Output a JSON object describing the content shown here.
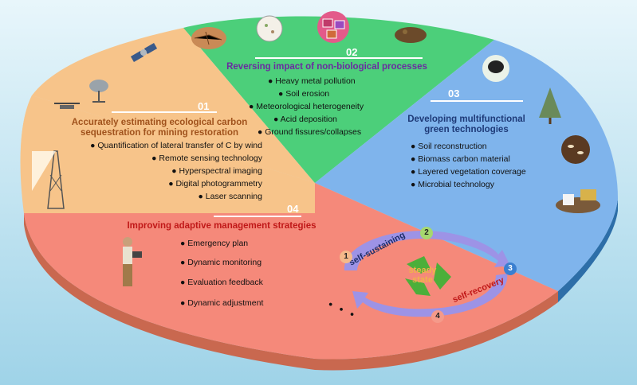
{
  "segments": {
    "s01": {
      "number": "01",
      "title_line1": "Accurately estimating ecological carbon",
      "title_line2": "sequestration for mining restoration",
      "color": "#f7c48a",
      "title_color": "#a0521c",
      "items": [
        "● Quantification of lateral transfer of C by wind",
        "● Remote sensing technology",
        "● Hyperspectral imaging",
        "● Digital photogrammetry",
        "● Laser scanning"
      ],
      "icons": [
        "satellite-icon",
        "radar-dish-icon",
        "drone-icon",
        "lidar-tower-icon"
      ]
    },
    "s02": {
      "number": "02",
      "title": "Reversing impact of non-biological processes",
      "color": "#4ccf7a",
      "title_color": "#6a2ca0",
      "items": [
        "● Heavy metal pollution",
        "● Soil erosion",
        "● Meteorological heterogeneity",
        "● Acid deposition",
        "● Ground fissures/collapses"
      ],
      "icons": [
        "cracked-earth-icon",
        "petri-dish-icon",
        "heavy-metals-icon",
        "soil-pile-icon"
      ]
    },
    "s03": {
      "number": "03",
      "title_line1": "Developing multifunctional",
      "title_line2": "green technologies",
      "color": "#7fb4ec",
      "title_color": "#1e3a78",
      "items": [
        "● Soil reconstruction",
        "● Biomass carbon material",
        "● Layered vegetation coverage",
        "● Microbial technology"
      ],
      "icons": [
        "biochar-icon",
        "tree-icon",
        "microbes-icon",
        "bulldozer-icon"
      ]
    },
    "s04": {
      "number": "04",
      "title": "Improving adaptive management strategies",
      "color": "#f5897a",
      "title_color": "#c01818",
      "items": [
        "● Emergency plan",
        "● Dynamic monitoring",
        "● Evaluation feedback",
        "● Dynamic adjustment"
      ],
      "icons": [
        "surveyor-person-icon"
      ]
    }
  },
  "cycle": {
    "center_line1": "steady",
    "center_line2": "state",
    "left_arc_label": "self-sustaining",
    "right_arc_label": "self-recovery",
    "nodes": [
      "1",
      "2",
      "3",
      "4"
    ],
    "node_colors": [
      "#f5b98a",
      "#a6d86e",
      "#3a7fd0",
      "#f59a8a"
    ],
    "ellipsis": "• • •",
    "arc_color": "#9d93e6",
    "recycle_color": "#4caf3a"
  }
}
